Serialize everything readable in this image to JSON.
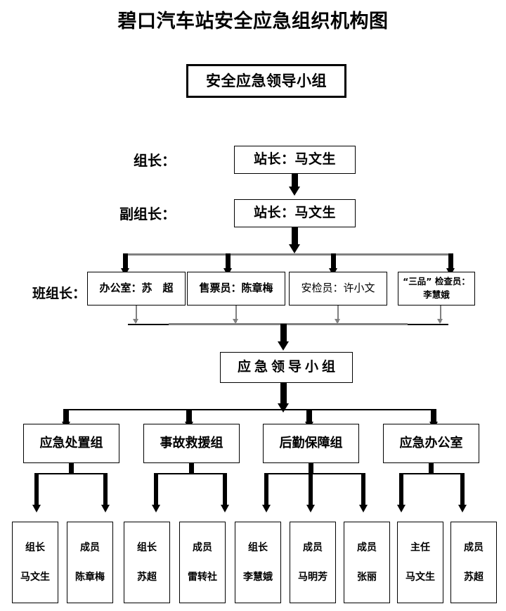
{
  "title": "碧口汽车站安全应急组织机构图",
  "top_box": {
    "label": "安全应急领导小组"
  },
  "leader_rows": [
    {
      "side_label": "组长：",
      "box_label": "站长：马文生"
    },
    {
      "side_label": "副组长：",
      "box_label": "站长：马文生"
    }
  ],
  "team_row": {
    "side_label": "班组长：",
    "boxes": [
      {
        "label": "办公室：苏　超"
      },
      {
        "label": "售票员：陈章梅"
      },
      {
        "label": "安检员：许小文"
      },
      {
        "line1": "“三品” 检查员：",
        "line2": "李慧娥"
      }
    ]
  },
  "emergency_box": {
    "label": "应急领导小组"
  },
  "groups": [
    {
      "label": "应急处置组"
    },
    {
      "label": "事故救援组"
    },
    {
      "label": "后勤保障组"
    },
    {
      "label": "应急办公室"
    }
  ],
  "members": [
    {
      "role": "组长",
      "name": "马文生"
    },
    {
      "role": "成员",
      "name": "陈章梅"
    },
    {
      "role": "组长",
      "name": "苏超"
    },
    {
      "role": "成员",
      "name": "雷转社"
    },
    {
      "role": "组长",
      "name": "李慧娥"
    },
    {
      "role": "成员",
      "name": "马明芳"
    },
    {
      "role": "成员",
      "name": "张丽"
    },
    {
      "role": "主任",
      "name": "马文生"
    },
    {
      "role": "成员",
      "name": "苏超"
    }
  ],
  "colors": {
    "line_black": "#000000",
    "line_gray": "#808080",
    "background": "#ffffff"
  }
}
